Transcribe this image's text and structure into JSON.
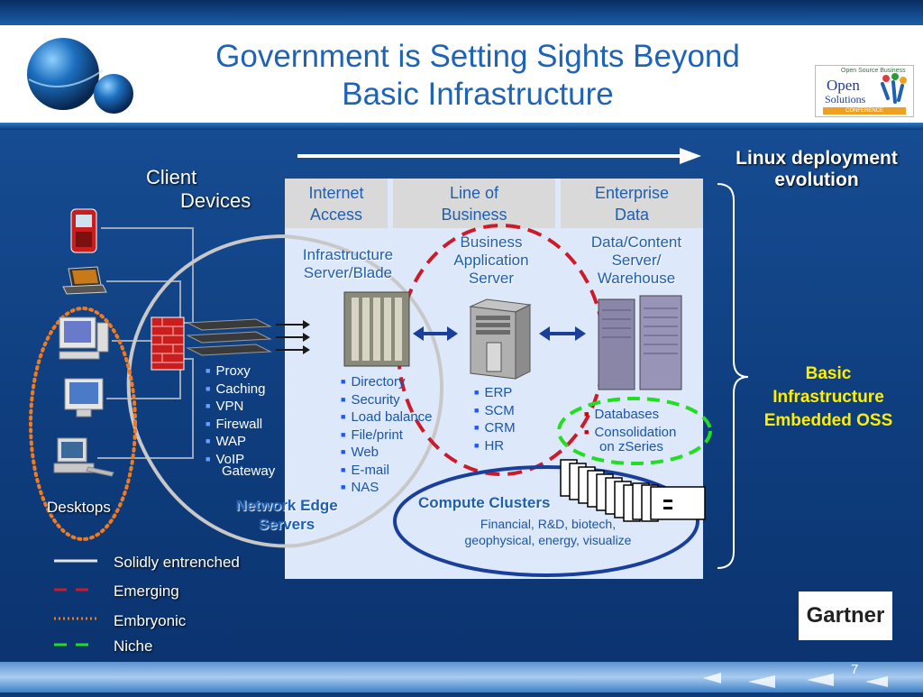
{
  "slide": {
    "title_line1": "Government is Setting Sights Beyond",
    "title_line2": "Basic Infrastructure",
    "page_number": "7"
  },
  "logos": {
    "open_solutions_top": "Open Source Business",
    "open_solutions_line1": "Open",
    "open_solutions_line2": "Solutions",
    "open_solutions_bottom": "CONFERENCE",
    "gartner": "Gartner"
  },
  "arrow_label_line1": "Linux deployment",
  "arrow_label_line2": "evolution",
  "client_devices": {
    "line1": "Client",
    "line2": "Devices"
  },
  "desktops_label": "Desktops",
  "columns": [
    {
      "line1": "Internet",
      "line2": "Access"
    },
    {
      "line1": "Line of",
      "line2": "Business"
    },
    {
      "line1": "Enterprise",
      "line2": "Data"
    }
  ],
  "infrastructure_server": {
    "line1": "Infrastructure",
    "line2": "Server/Blade"
  },
  "business_server": {
    "line1": "Business",
    "line2": "Application",
    "line3": "Server"
  },
  "data_server": {
    "line1": "Data/Content",
    "line2": "Server/",
    "line3": "Warehouse"
  },
  "network_edge_list": [
    "Proxy",
    "Caching",
    "VPN",
    "Firewall",
    "WAP",
    "VoIP"
  ],
  "network_edge_gateway": "Gateway",
  "infrastructure_list": [
    "Directory",
    "Security",
    "Load balance",
    "File/print",
    "Web",
    "E-mail",
    "NAS"
  ],
  "business_list": [
    "ERP",
    "SCM",
    "CRM",
    "HR"
  ],
  "data_list": [
    "Databases",
    "Consolidation"
  ],
  "data_list_cont": "on zSeries",
  "network_edge_label": {
    "line1": "Network Edge",
    "line2": "Servers"
  },
  "compute_clusters": {
    "title": "Compute Clusters",
    "line1": "Financial, R&D, biotech,",
    "line2": "geophysical, energy, visualize"
  },
  "basic_infra": {
    "line1": "Basic",
    "line2": "Infrastructure",
    "line3": "Embedded OSS"
  },
  "legend": [
    {
      "label": "Solidly entrenched",
      "color": "#e6e6e6",
      "style": "solid"
    },
    {
      "label": "Emerging",
      "color": "#cc1a2a",
      "style": "dashed"
    },
    {
      "label": "Embryonic",
      "color": "#f07a20",
      "style": "dotted"
    },
    {
      "label": "Niche",
      "color": "#22dd22",
      "style": "dashed"
    }
  ]
}
